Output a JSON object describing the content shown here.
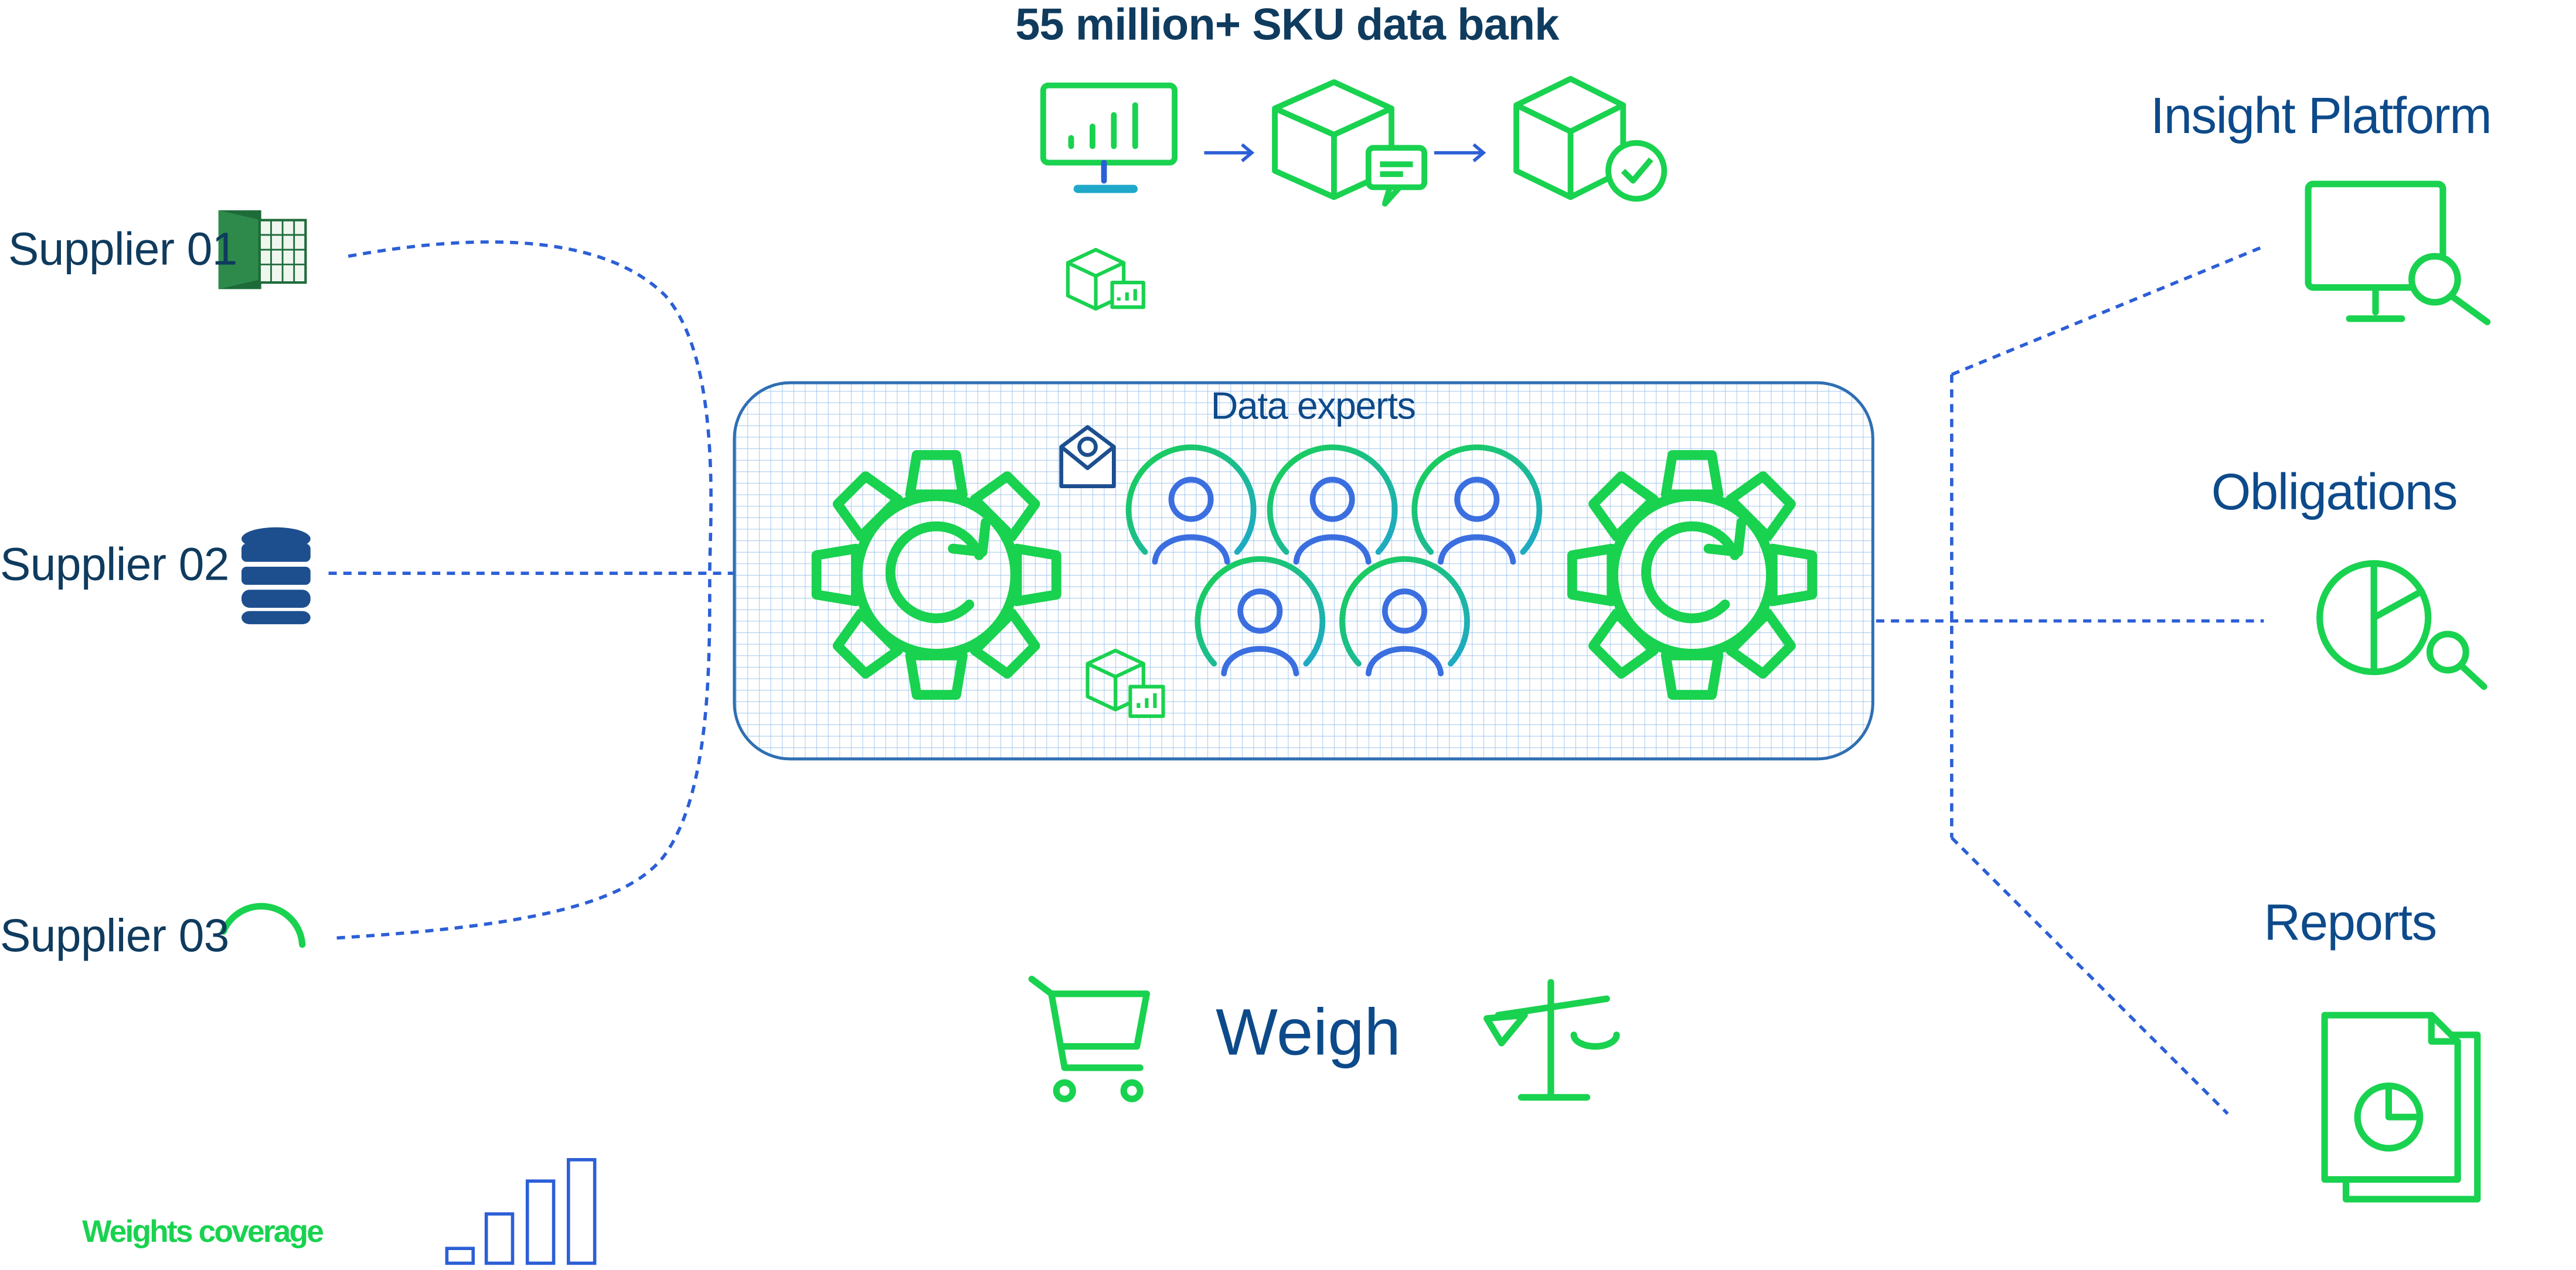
{
  "title": "55 million+ SKU data bank",
  "suppliers": [
    {
      "label": "Supplier 01",
      "icon": "spreadsheet-icon"
    },
    {
      "label": "Supplier 02",
      "icon": "database-icon"
    },
    {
      "label": "Supplier 03",
      "icon": "gauge-icon"
    }
  ],
  "center": {
    "label": "Data experts",
    "people_count": 5
  },
  "outputs": [
    {
      "label": "Insight Platform",
      "icon": "monitor-search-icon"
    },
    {
      "label": "Obligations",
      "icon": "pie-search-icon"
    },
    {
      "label": "Reports",
      "icon": "report-document-icon"
    }
  ],
  "weigh": {
    "label": "Weigh"
  },
  "coverage": {
    "label": "Weights coverage",
    "bars": [
      1,
      2,
      3,
      4
    ]
  },
  "colors": {
    "green": "#19d24f",
    "navy": "#0f3b5e",
    "blue": "#0d4a8a",
    "dashed_line": "#2c5fd6",
    "grid": "#3a8bd6",
    "person": "#3b6fe0"
  }
}
